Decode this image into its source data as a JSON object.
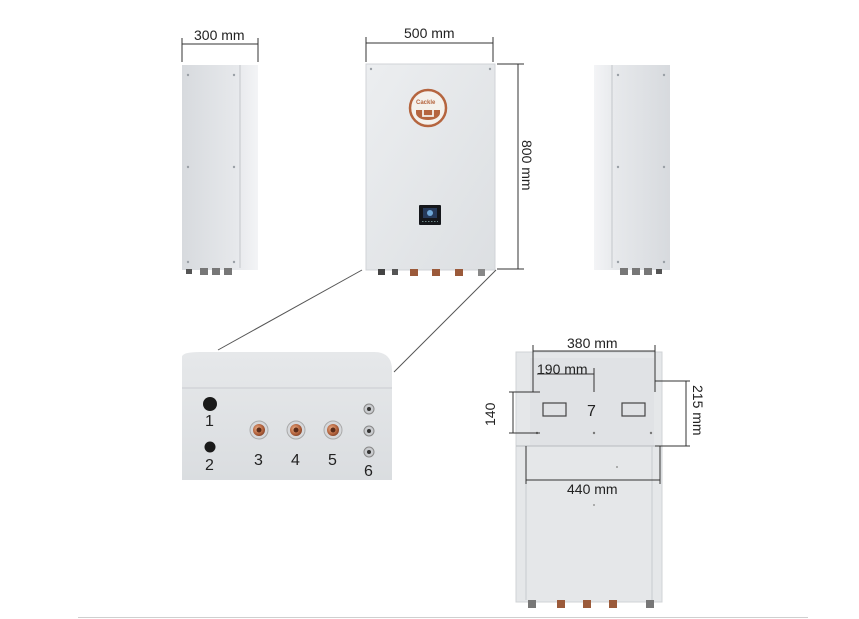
{
  "dimensions": {
    "side_depth": "300 mm",
    "front_width": "500 mm",
    "front_height": "800 mm",
    "back_bracket_width": "380 mm",
    "back_bracket_half": "190 mm",
    "back_bracket_height_left": "140",
    "back_bracket_height_right": "215 mm",
    "back_width": "440 mm"
  },
  "logo_text": "Cackle",
  "connections": [
    "1",
    "2",
    "3",
    "4",
    "5",
    "6"
  ],
  "back_label": "7",
  "colors": {
    "panel": "#e3e5e8",
    "panel_dark": "#cfd2d6",
    "copper": "#b5653f",
    "logo": "#b5653f",
    "dimension_line": "#333333"
  }
}
